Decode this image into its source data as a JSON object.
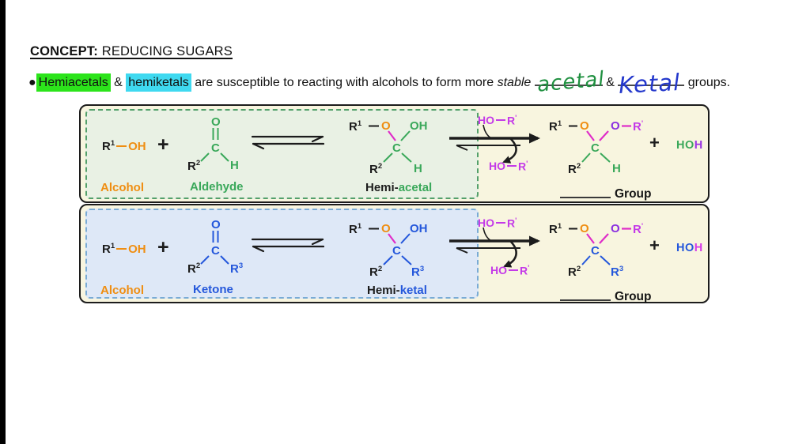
{
  "header": {
    "concept": "CONCEPT:",
    "topic": " REDUCING SUGARS"
  },
  "sentence": {
    "bullet": "●",
    "hl_green": "Hemiacetals",
    "amp1": " & ",
    "hl_cyan": "hemiketals",
    "mid": " are susceptible to reacting with alcohols to form more ",
    "stable": "stable",
    "sp": " ",
    "hand_acetal": "acetal",
    "amp2": " & ",
    "hand_ketal": "Ketal",
    "end": " groups."
  },
  "sym": {
    "R": "R",
    "one": "1",
    "two": "2",
    "three": "3",
    "prime": "'",
    "O": "O",
    "C": "C",
    "H": "H",
    "OH": "OH",
    "HO": "HO",
    "plus": "+"
  },
  "row1": {
    "alcohol_label": "Alcohol",
    "carbonyl_label": "Aldehyde",
    "hemi_prefix": "Hemi-",
    "hemi_suffix": "acetal",
    "group_label": "Group",
    "water": {
      "ho": "HO",
      "h": "H"
    }
  },
  "row2": {
    "alcohol_label": "Alcohol",
    "carbonyl_label": "Ketone",
    "hemi_prefix": "Hemi-",
    "hemi_suffix": "ketal",
    "group_label": "Group",
    "water": {
      "ho": "HO",
      "h": "H"
    }
  },
  "colors": {
    "highlight_green": "#2ce41b",
    "highlight_cyan": "#3fd9f0",
    "handwriting_green": "#1f9040",
    "handwriting_blue": "#2438cc",
    "orange": "#ef8e12",
    "green": "#3aa85a",
    "blue": "#2457db",
    "bond_magenta": "#df2cc8",
    "reagent_magenta": "#c43ae8",
    "violet_o": "#8a2fe0",
    "water_h_violet": "#9b35e2",
    "water_h_pink": "#d63ae8",
    "cream_panel": "#f8f5df",
    "green_panel": "#e9f1e4",
    "blue_panel": "#dee8f7"
  }
}
